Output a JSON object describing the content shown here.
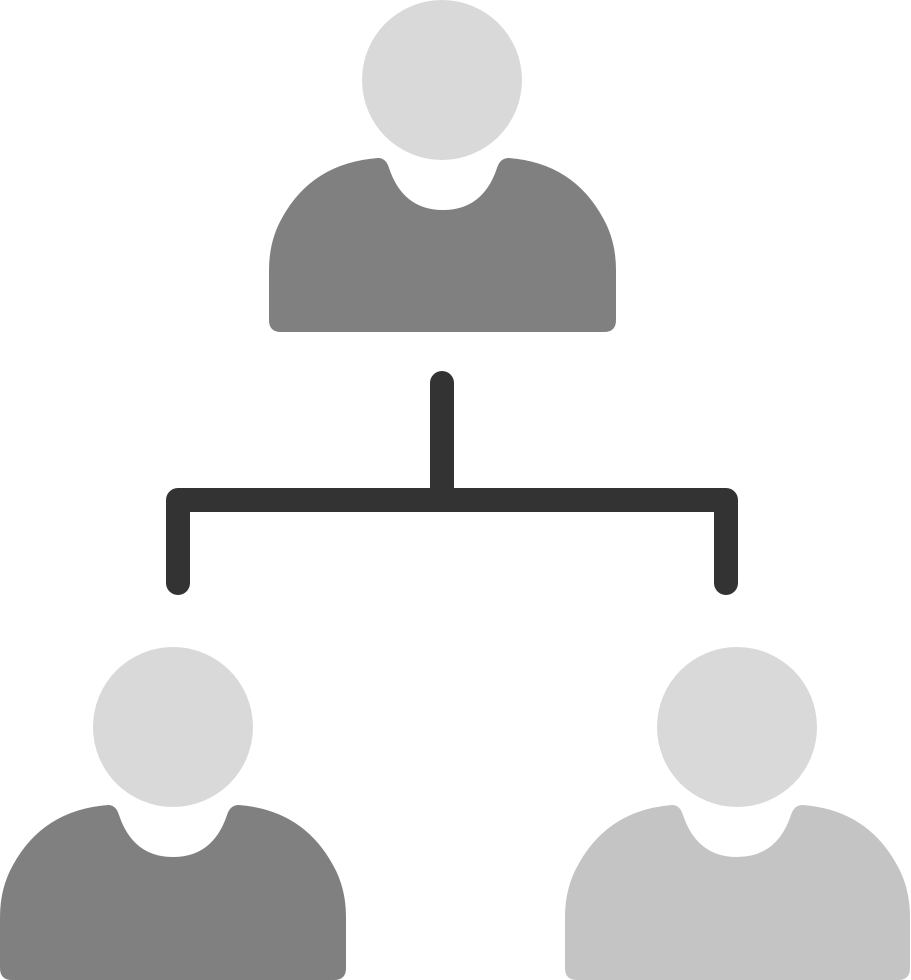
{
  "icon": {
    "name": "organization-hierarchy-icon",
    "nodes": [
      {
        "role": "top-person",
        "head_color": "#d9d9d9",
        "body_color": "#808080"
      },
      {
        "role": "bottom-left-person",
        "head_color": "#d9d9d9",
        "body_color": "#808080"
      },
      {
        "role": "bottom-right-person",
        "head_color": "#d9d9d9",
        "body_color": "#c4c4c4"
      }
    ],
    "connector_color": "#333333",
    "background_color": "#ffffff"
  }
}
